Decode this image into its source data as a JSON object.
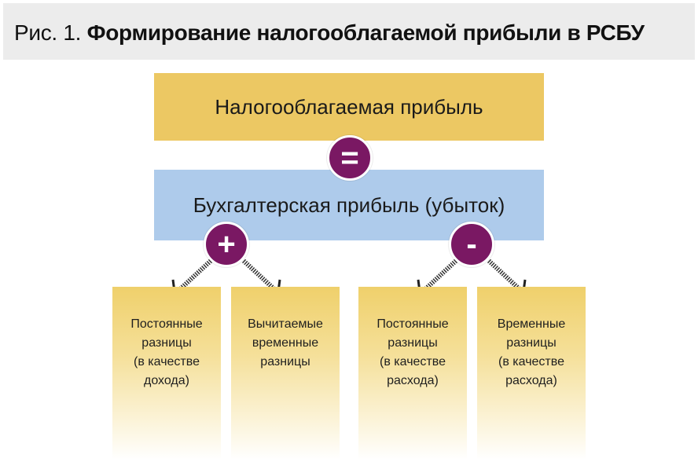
{
  "title": {
    "prefix": "Рис. 1.",
    "text": "Формирование налогооблагаемой прибыли в РСБУ"
  },
  "top_box": "Налогооблагаемая прибыль",
  "middle_box": "Бухгалтерская прибыль (убыток)",
  "operators": {
    "equals": "=",
    "plus": "+",
    "minus": "-"
  },
  "items": [
    {
      "line1": "Постоянные",
      "line2": "разницы",
      "line3": "(в качестве",
      "line4": "дохода)"
    },
    {
      "line1": "Вычитаемые",
      "line2": "временные",
      "line3": "разницы",
      "line4": ""
    },
    {
      "line1": "Постоянные",
      "line2": "разницы",
      "line3": "(в качестве",
      "line4": "расхода)"
    },
    {
      "line1": "Временные",
      "line2": "разницы",
      "line3": "(в качестве",
      "line4": "расхода)"
    }
  ],
  "colors": {
    "gold": "#ecc863",
    "blue": "#aecbeb",
    "purple": "#7a1863",
    "header_bg": "#ececec"
  }
}
